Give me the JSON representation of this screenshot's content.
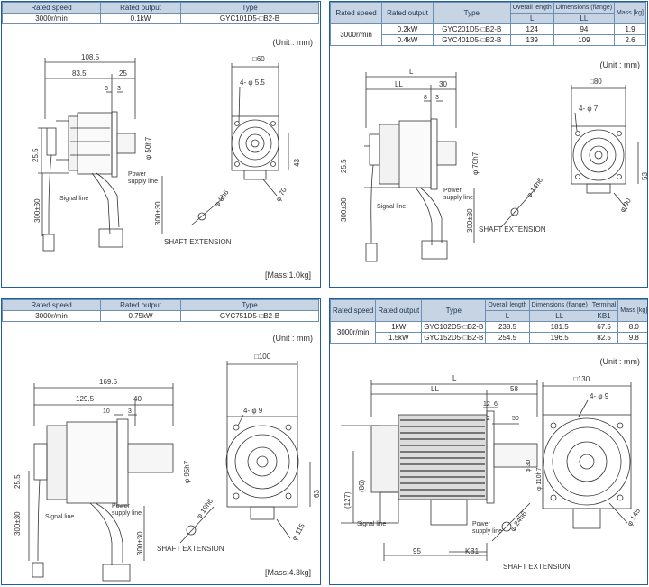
{
  "headers": {
    "rated_speed": "Rated speed",
    "rated_output": "Rated output",
    "type": "Type",
    "overall_length": "Overall length",
    "dimensions_flange": "Dimensions (flange)",
    "mass": "Mass [kg]",
    "terminal": "Terminal",
    "col_L": "L",
    "col_LL": "LL",
    "col_KB1": "KB1"
  },
  "common": {
    "unit": "(Unit : mm)",
    "shaft_extension": "SHAFT EXTENSION",
    "signal_line": "Signal line",
    "power_supply_line": "Power supply line"
  },
  "panels": [
    {
      "rows": [
        {
          "speed": "3000r/min",
          "output": "0.1kW",
          "type": "GYC101D5-□B2-B"
        }
      ],
      "mass_text": "[Mass:1.0kg]",
      "dims": {
        "total": "108.5",
        "body": "83.5",
        "shaft": "25",
        "d1": "6",
        "d2": "3",
        "flange": "□60",
        "holes": "4- φ 5.5",
        "spigot": "φ 50h7",
        "shaft_dia": "φ 8h6",
        "pcd": "φ 70",
        "h1": "25.5",
        "h2": "43",
        "lead1": "300±30",
        "lead2": "300±30"
      }
    },
    {
      "rows": [
        {
          "speed": "3000r/min",
          "output": "0.2kW",
          "type": "GYC201D5-□B2-B",
          "L": "124",
          "LL": "94",
          "mass": "1.9"
        },
        {
          "output": "0.4kW",
          "type": "GYC401D5-□B2-B",
          "L": "139",
          "LL": "109",
          "mass": "2.6"
        }
      ],
      "dims": {
        "L": "L",
        "LL": "LL",
        "shaft": "30",
        "d1": "8",
        "d2": "3",
        "flange": "□80",
        "holes": "4- φ 7",
        "spigot": "φ 70h7",
        "shaft_dia": "φ 14h6",
        "pcd": "φ 90",
        "h1": "25.5",
        "h2": "53",
        "lead1": "300±30",
        "lead2": "300±30"
      }
    },
    {
      "rows": [
        {
          "speed": "3000r/min",
          "output": "0.75kW",
          "type": "GYC751D5-□B2-B"
        }
      ],
      "mass_text": "[Mass:4.3kg]",
      "dims": {
        "total": "169.5",
        "body": "129.5",
        "shaft": "40",
        "d1": "10",
        "d2": "3",
        "flange": "□100",
        "holes": "4- φ 9",
        "spigot": "φ 95h7",
        "shaft_dia": "φ 19h6",
        "pcd": "φ 115",
        "h1": "25.5",
        "h2": "63",
        "lead1": "300±30",
        "lead2": "300±30"
      }
    },
    {
      "rows": [
        {
          "speed": "3000r/min",
          "output": "1kW",
          "type": "GYC102D5-□B2-B",
          "L": "238.5",
          "LL": "181.5",
          "KB1": "67.5",
          "mass": "8.0"
        },
        {
          "output": "1.5kW",
          "type": "GYC152D5-□B2-B",
          "L": "254.5",
          "LL": "196.5",
          "KB1": "82.5",
          "mass": "9.8"
        }
      ],
      "dims": {
        "L": "L",
        "LL": "LL",
        "shaft": "58",
        "d1": "12",
        "d2": "6",
        "d3": "2",
        "d4": "50",
        "flange": "□130",
        "holes": "4- φ 9",
        "spigot": "φ 110h7",
        "spigot2": "φ 30",
        "shaft_dia": "φ 24h6",
        "pcd": "φ 145",
        "h1": "(127)",
        "h2": "(86)",
        "base": "95",
        "KB1": "KB1"
      }
    }
  ]
}
